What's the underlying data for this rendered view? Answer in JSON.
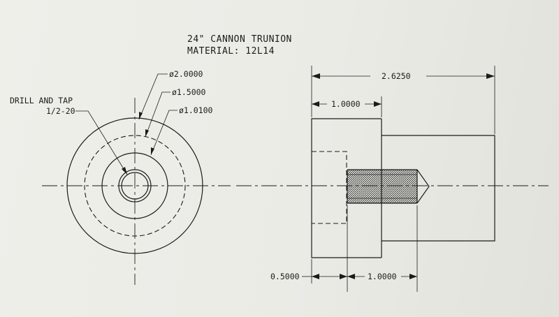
{
  "title": {
    "line1": "24\" CANNON TRUNION",
    "line2": "MATERIAL:  12L14"
  },
  "front_view": {
    "note_line1": "DRILL AND TAP",
    "note_line2": "1/2-20",
    "diameters": [
      "ø2.0000",
      "ø1.5000",
      "ø1.0100"
    ]
  },
  "side_view": {
    "overall_length": "2.6250",
    "head_length": "1.0000",
    "offset": "0.5000",
    "thread_length": "1.0000"
  }
}
